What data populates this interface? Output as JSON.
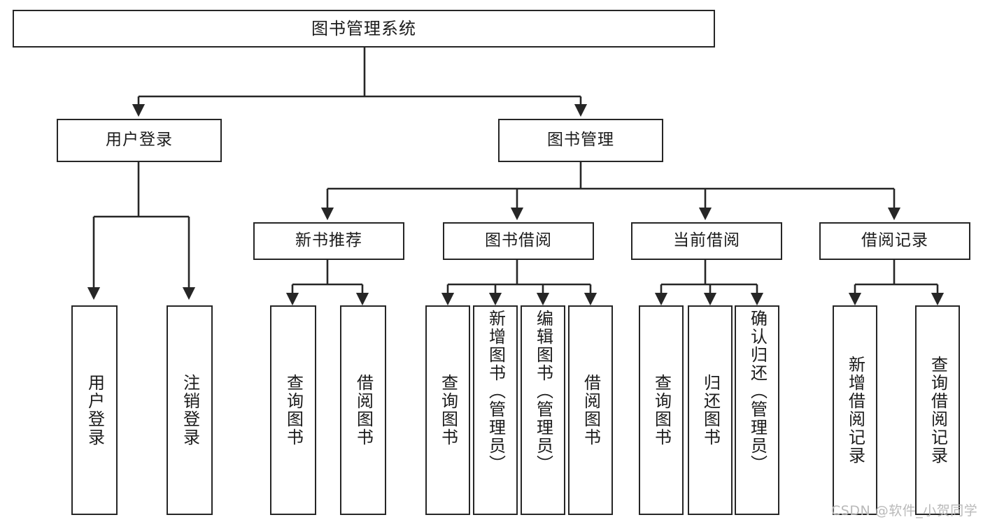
{
  "diagram": {
    "type": "tree-hierarchy-chart",
    "title": "图书管理系统",
    "root": {
      "label": "图书管理系统"
    },
    "level2": [
      {
        "label": "用户登录"
      },
      {
        "label": "图书管理"
      }
    ],
    "level3": [
      {
        "label": "新书推荐"
      },
      {
        "label": "图书借阅"
      },
      {
        "label": "当前借阅"
      },
      {
        "label": "借阅记录"
      }
    ],
    "leaves": {
      "user_login": [
        {
          "label": "用户登录"
        },
        {
          "label": "注销登录"
        }
      ],
      "new_book_recommend": [
        {
          "label": "查询图书"
        },
        {
          "label": "借阅图书"
        }
      ],
      "book_borrow": [
        {
          "label": "查询图书"
        },
        {
          "label": "新增图书（管理员）"
        },
        {
          "label": "编辑图书（管理员）"
        },
        {
          "label": "借阅图书"
        }
      ],
      "current_borrow": [
        {
          "label": "查询图书"
        },
        {
          "label": "归还图书"
        },
        {
          "label": "确认归还（管理员）"
        }
      ],
      "borrow_record": [
        {
          "label": "新增借阅记录"
        },
        {
          "label": "查询借阅记录"
        }
      ]
    }
  },
  "watermark": {
    "text": "CSDN @软件_小贺同学"
  },
  "colors": {
    "stroke": "#262626",
    "background": "#ffffff",
    "text": "#1b1b1b",
    "watermark": "#b9b9b9"
  }
}
